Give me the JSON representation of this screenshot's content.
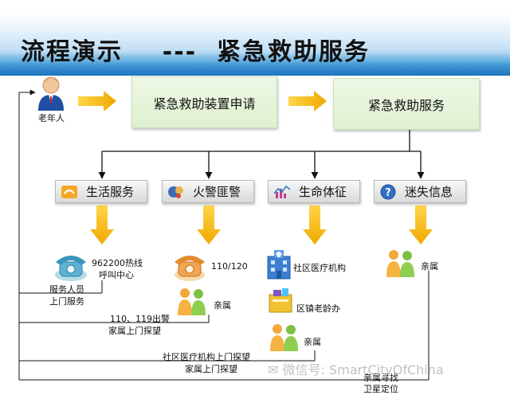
{
  "title": "流程演示    ---  紧急救助服务",
  "actor": {
    "label": "老年人"
  },
  "top_boxes": [
    "紧急救助装置申请",
    "紧急救助服务"
  ],
  "categories": [
    {
      "label": "生活服务",
      "icon": "phone-service-icon"
    },
    {
      "label": "火警匪警",
      "icon": "fire-alarm-icon"
    },
    {
      "label": "生命体征",
      "icon": "vital-signs-chart-icon"
    },
    {
      "label": "迷失信息",
      "icon": "help-question-icon"
    }
  ],
  "nodes": {
    "hotline_title": "962200热线",
    "hotline_sub": "呼叫中心",
    "police": "110/120",
    "relatives_fire": "亲属",
    "community_medical": "社区医疗机构",
    "town_elderly_office": "区镇老龄办",
    "relatives_vital": "亲属",
    "relatives_lost": "亲属"
  },
  "feedback": {
    "service_staff_line1": "服务人员",
    "service_staff_line2": "上门服务",
    "alarm_line1": "110、119出警",
    "alarm_line2": "家属上门探望",
    "medical_line1": "社区医疗机构上门探望",
    "medical_line2": "家属上门探望",
    "lost_line1": "亲属寻找",
    "lost_line2": "卫星定位"
  },
  "watermark": "微信号: SmartCityOfChina",
  "colors": {
    "arrow_yellow": "#f2b705",
    "box_green": "#dff0cf",
    "header_blue": "#1a6fb3"
  }
}
